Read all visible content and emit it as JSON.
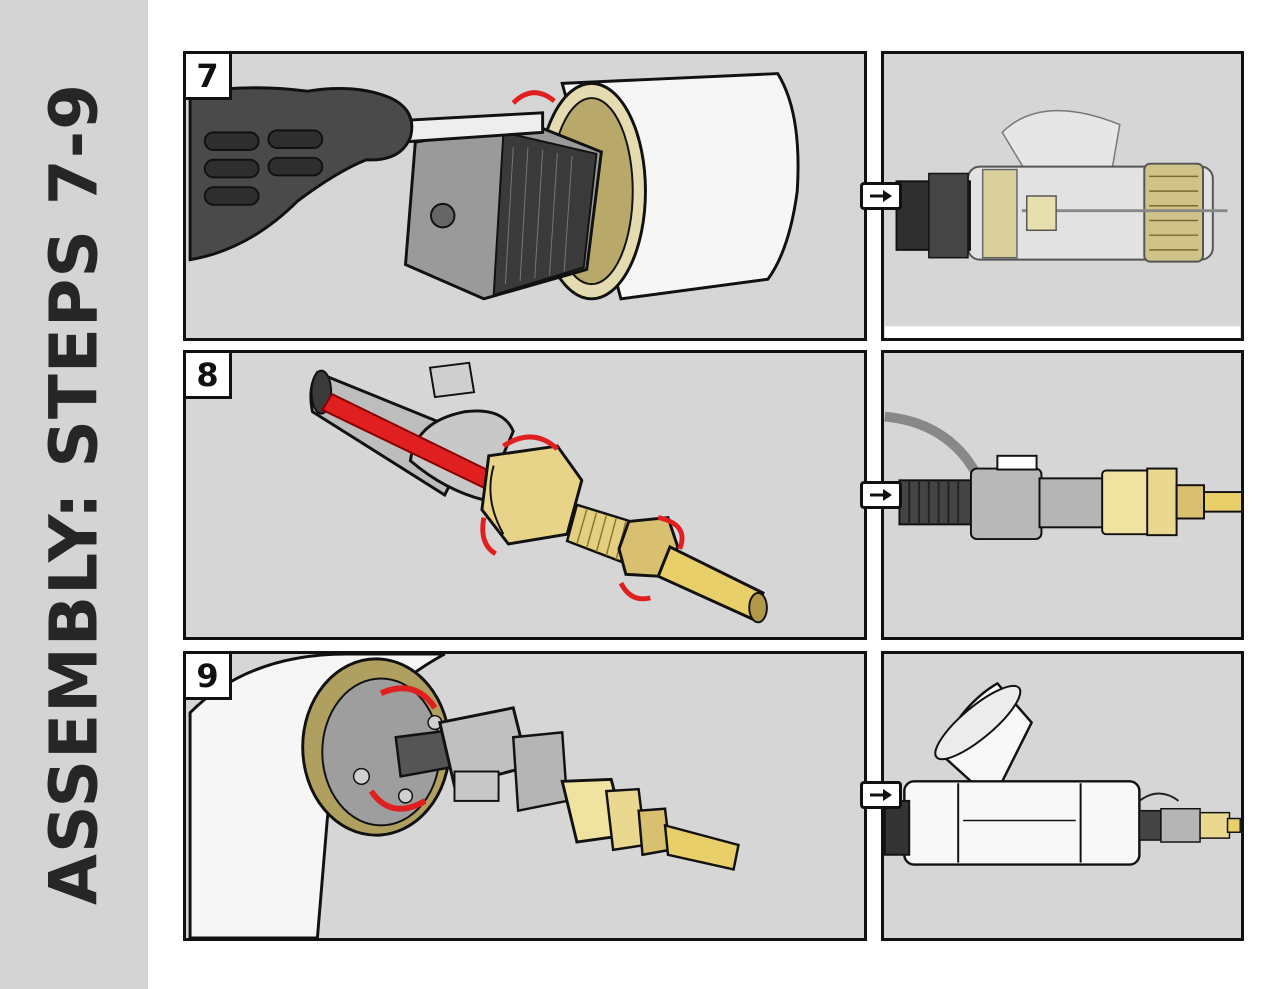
{
  "title": "ASSEMBLY: STEPS 7-9",
  "steps": [
    {
      "number": "7",
      "main_view": "screwdriver-motor-mount",
      "result_view": "motor-assembly-result"
    },
    {
      "number": "8",
      "main_view": "fitting-tightening",
      "result_view": "fitting-assembly-result"
    },
    {
      "number": "9",
      "main_view": "endcap-fitting-install",
      "result_view": "final-assembly-result"
    }
  ],
  "colors": {
    "sidebar": "#d4d4d4",
    "panel": "#d6d6d6",
    "border": "#111111",
    "arrow_red": "#e02020",
    "brass": "#e8d488",
    "pipe": "#f4f4f4"
  }
}
